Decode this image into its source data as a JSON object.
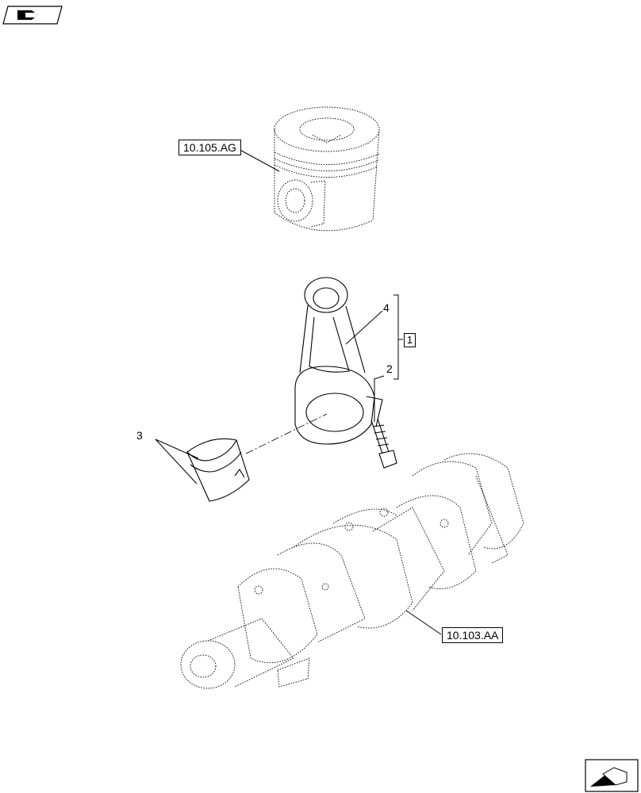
{
  "references": {
    "piston_ref": "10.105.AG",
    "crankshaft_ref": "10.103.AA"
  },
  "callouts": {
    "bolt": "2",
    "bearing": "3",
    "rod": "4",
    "group": "1"
  }
}
